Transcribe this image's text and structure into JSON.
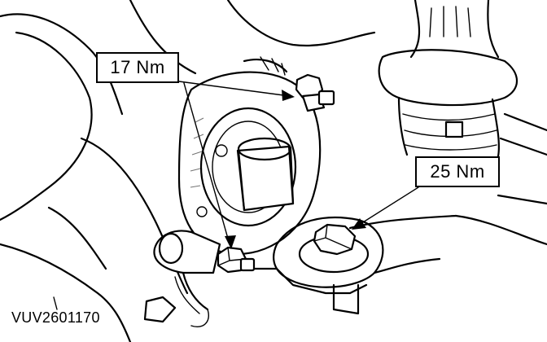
{
  "callouts": {
    "upper_left": "17 Nm",
    "right": "25 Nm"
  },
  "figure_reference": "VUV2601170",
  "colors": {
    "ink": "#000000",
    "paper": "#ffffff"
  }
}
